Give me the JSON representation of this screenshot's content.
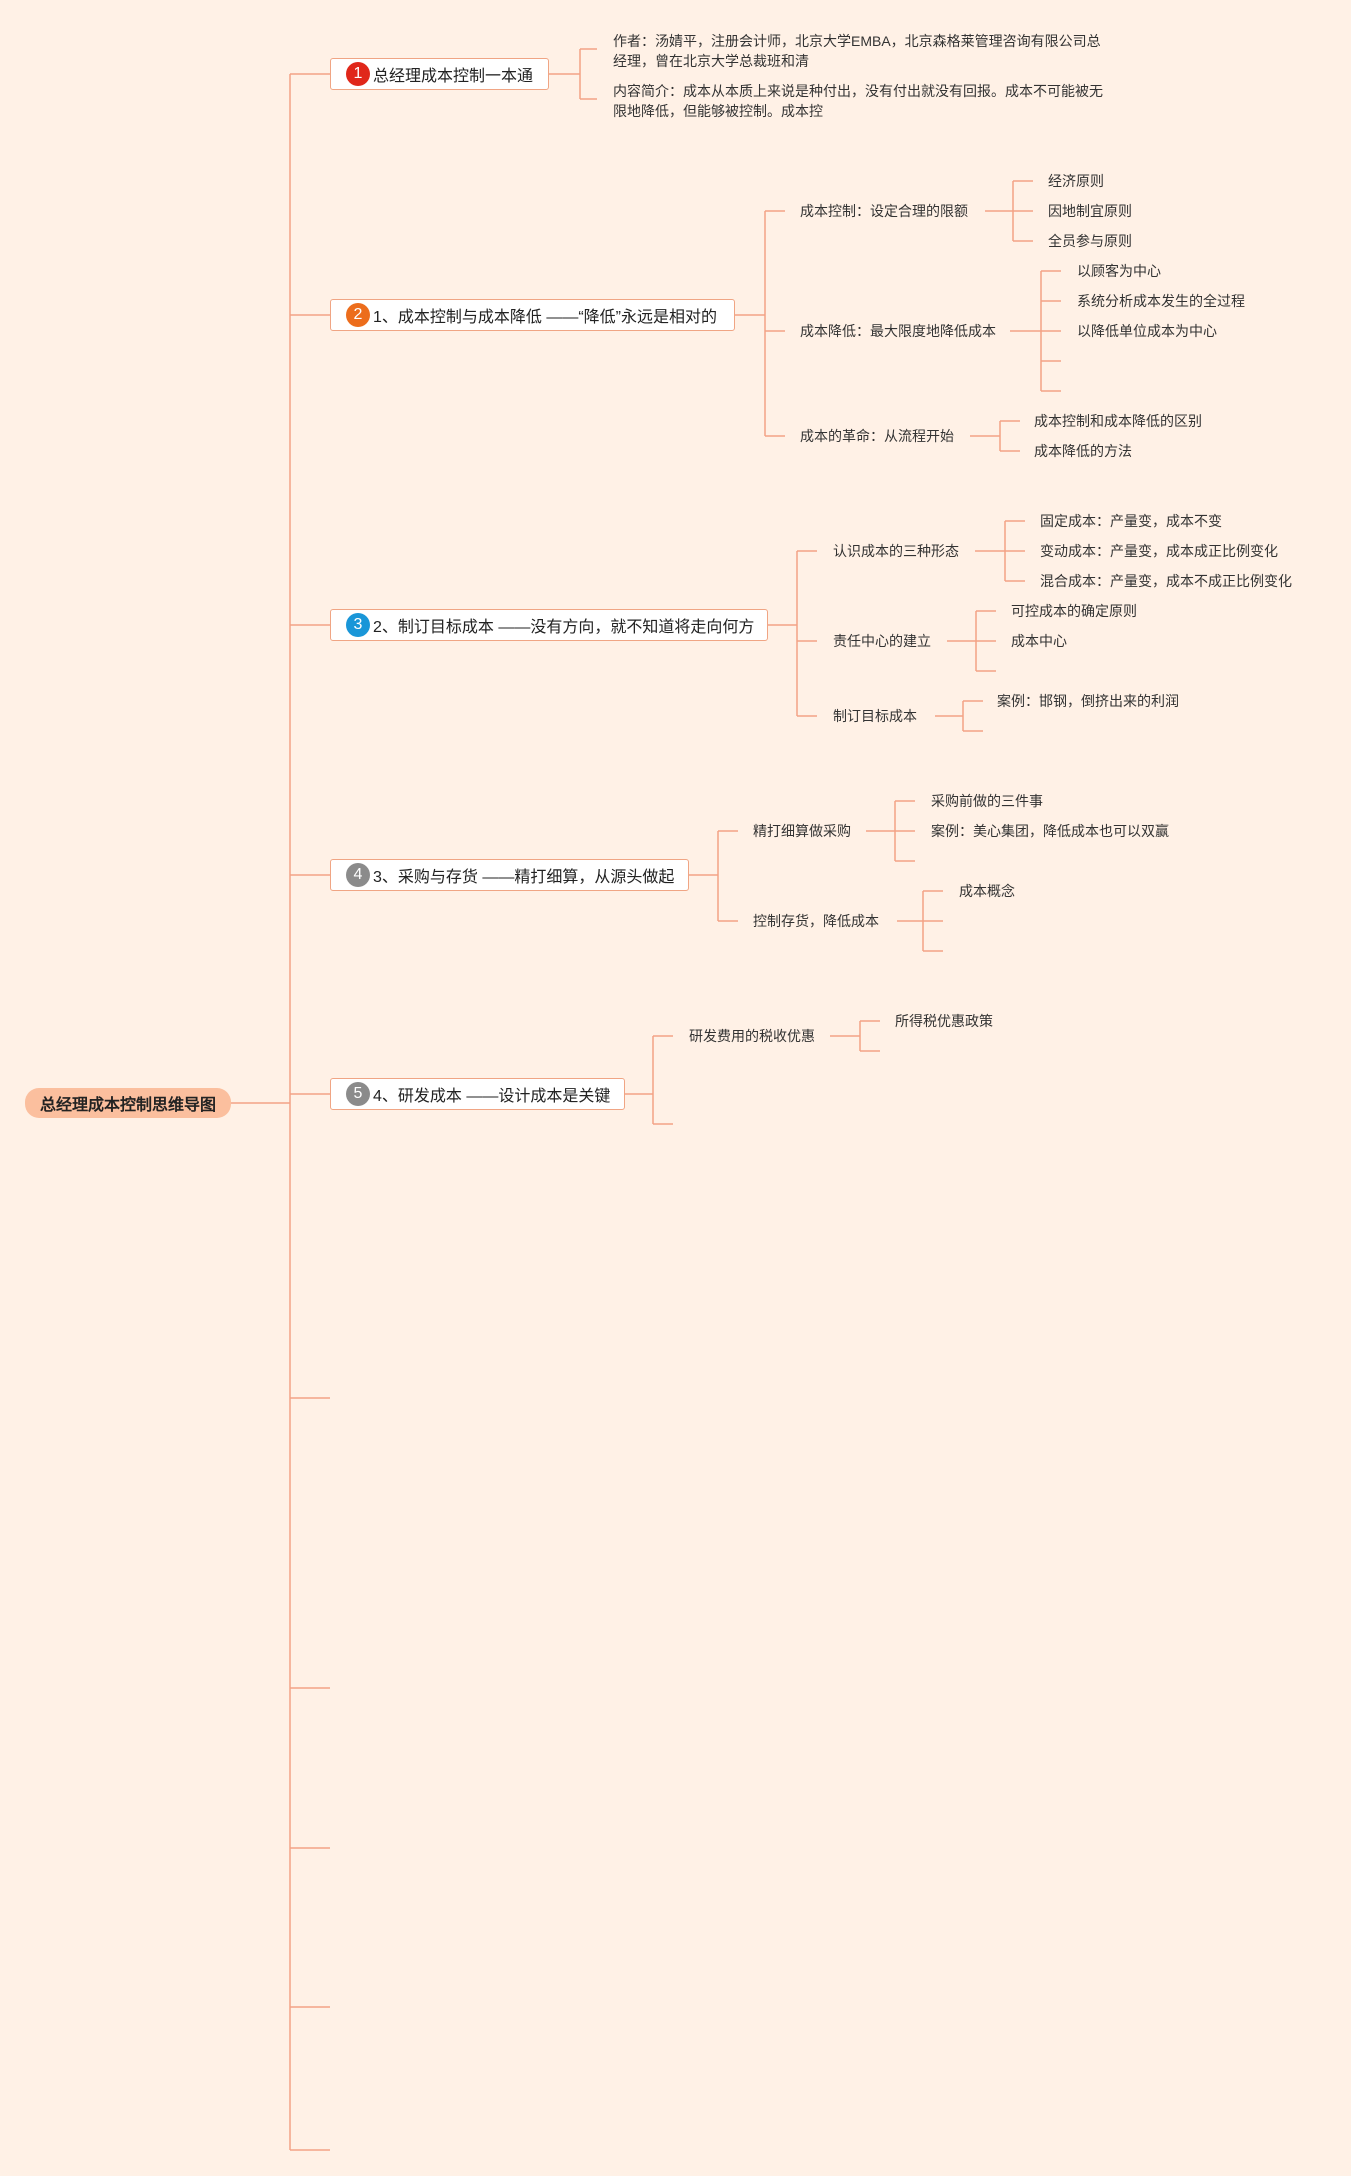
{
  "root": "总经理成本控制思维导图",
  "colors": {
    "background": "#fff1e6",
    "line": "#f3a285",
    "root_fill": "#fbbf9e"
  },
  "branches": [
    {
      "number": "1",
      "number_color": "#e0271a",
      "title": "总经理成本控制一本通",
      "notes": [
        "作者：汤婧平，注册会计师，北京大学EMBA，北京森格莱管理咨询有限公司总经理，曾在北京大学总裁班和清",
        "内容简介：成本从本质上来说是种付出，没有付出就没有回报。成本不可能被无限地降低，但能够被控制。成本控"
      ]
    },
    {
      "number": "2",
      "number_color": "#ec6d1c",
      "title": "1、成本控制与成本降低 ——“降低”永远是相对的",
      "children": [
        {
          "label": "成本控制：设定合理的限额",
          "children": [
            "经济原则",
            "因地制宜原则",
            "全员参与原则"
          ]
        },
        {
          "label": "成本降低：最大限度地降低成本",
          "children": [
            "以顾客为中心",
            "系统分析成本发生的全过程",
            "以降低单位成本为中心",
            ""
          ]
        },
        {
          "label": "成本的革命：从流程开始",
          "children": [
            "成本控制和成本降低的区别",
            "成本降低的方法"
          ]
        }
      ]
    },
    {
      "number": "3",
      "number_color": "#1996d8",
      "title": "2、制订目标成本 ——没有方向，就不知道将走向何方",
      "children": [
        {
          "label": "认识成本的三种形态",
          "children": [
            "固定成本：产量变，成本不变",
            "变动成本：产量变，成本成正比例变化",
            "混合成本：产量变，成本不成正比例变化"
          ]
        },
        {
          "label": "责任中心的建立",
          "children": [
            "可控成本的确定原则",
            "成本中心",
            ""
          ]
        },
        {
          "label": "制订目标成本",
          "children": [
            "案例：邯钢，倒挤出来的利润",
            ""
          ]
        }
      ]
    },
    {
      "number": "4",
      "number_color": "#8b8b8b",
      "title": "3、采购与存货 ——精打细算，从源头做起",
      "children": [
        {
          "label": "精打细算做采购",
          "children": [
            "采购前做的三件事",
            "案例：美心集团，降低成本也可以双赢",
            ""
          ]
        },
        {
          "label": "控制存货，降低成本",
          "children": [
            "成本概念",
            "",
            ""
          ]
        }
      ]
    },
    {
      "number": "5",
      "number_color": "#8b8b8b",
      "title": "4、研发成本 ——设计成本是关键",
      "children": [
        {
          "label": "研发费用的税收优惠",
          "children": [
            "所得税优惠政策",
            ""
          ]
        },
        {
          "label": "",
          "children": []
        }
      ]
    },
    {
      "title": ""
    },
    {
      "title": ""
    },
    {
      "title": ""
    },
    {
      "title": ""
    },
    {
      "title": ""
    }
  ]
}
